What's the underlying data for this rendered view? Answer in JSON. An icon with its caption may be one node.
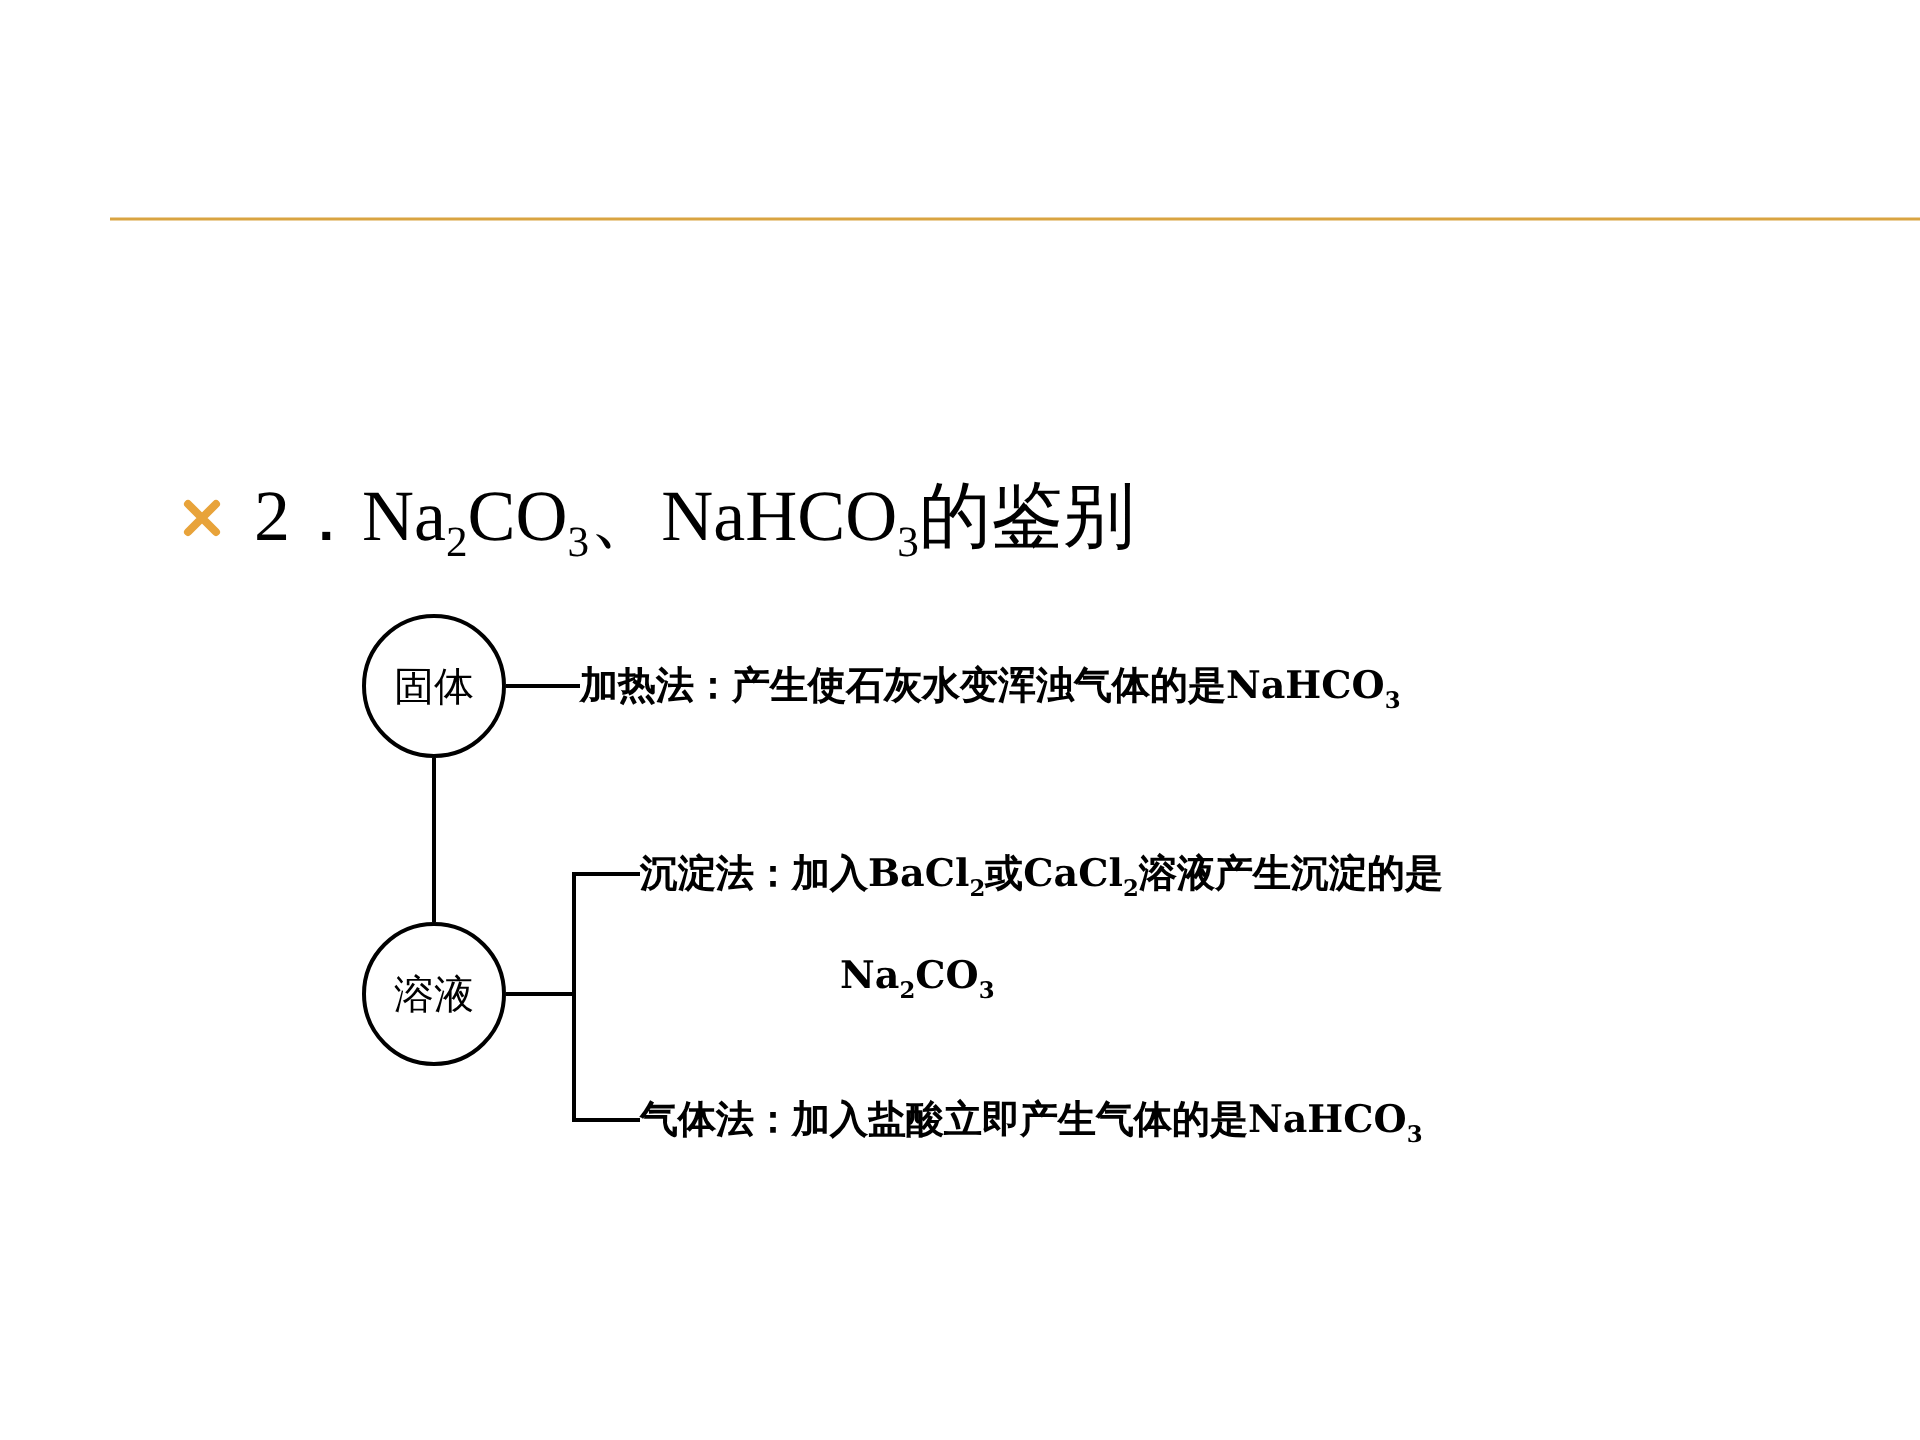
{
  "diagram": {
    "title": "2．Na$_{2}$CO$_{3}$、NaHCO$_{3}$的鉴别",
    "nodes": [
      {
        "text": [
          "固体"
        ]
      },
      {
        "text": [
          "溶液"
        ]
      },
      {
        "text": [
          "加热法：产生使石灰水变浑浊气体的是NaHCO$_{3}$"
        ]
      },
      {
        "text": [
          "沉淀法：加入BaCl$_{2}$或CaCl$_{2}$溶液产生沉淀的是Na$_{2}$CO$_{3}$"
        ]
      },
      {
        "text": [
          "气体法：加入盐酸立即产生气体的是NaHCO$_{3}$"
        ]
      }
    ],
    "edges": [
      {
        "from": 0,
        "to": 2,
        "arrow": "none"
      },
      {
        "from": 0,
        "to": 1,
        "arrow": "none"
      },
      {
        "from": 1,
        "to": 3,
        "arrow": "none"
      },
      {
        "from": 1,
        "to": 4,
        "arrow": "none"
      }
    ]
  }
}
